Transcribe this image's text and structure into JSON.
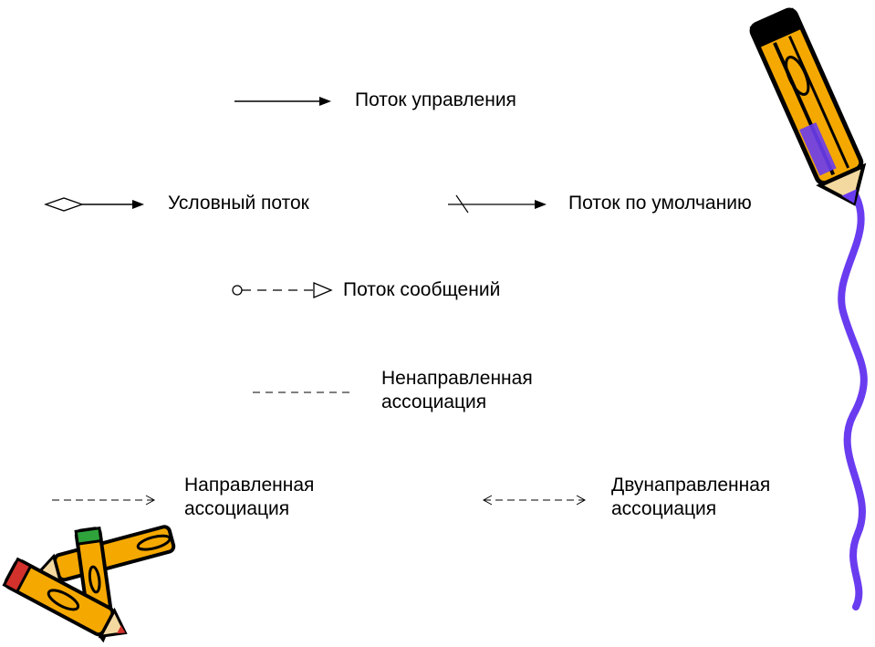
{
  "legend": {
    "control_flow": "Поток управления",
    "conditional_flow": "Условный поток",
    "default_flow": "Поток по умолчанию",
    "message_flow": "Поток сообщений",
    "undirected_association": [
      "Ненаправленная",
      "ассоциация"
    ],
    "directed_association": [
      "Направленная",
      "ассоциация"
    ],
    "bidirectional_association": [
      "Двунаправленная",
      "ассоциация"
    ]
  },
  "decor": {
    "pencil_icon": "pencil-icon",
    "pencils_icon": "crossed-pencils-icon",
    "wavy_border_color": "#6a3cf0",
    "pencil_color": "#f5a800"
  }
}
